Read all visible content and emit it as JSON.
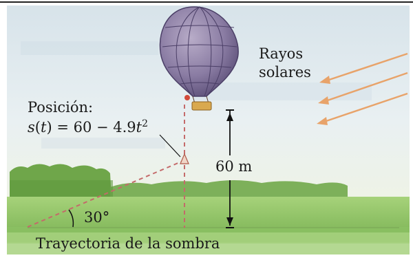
{
  "rays_label": {
    "line1": "Rayos",
    "line2": "solares"
  },
  "position": {
    "title": "Posición:",
    "eq_func": "s",
    "eq_open": "(",
    "eq_var": "t",
    "eq_close": ")",
    "eq_mid": " = 60 − 4.9",
    "eq_var2": "t",
    "eq_exp": "2"
  },
  "height_label": "60 m",
  "angle_label": "30°",
  "caption": "Trayectoria de la sombra",
  "colors": {
    "sky": "#e6eef2",
    "ground": "#8fc46a",
    "balloon": "#8a7ca3",
    "dashed_line": "#c46a6a",
    "arrow": "#111111",
    "sun_rays": "#e8a36a",
    "trees": "#6fa64a"
  }
}
